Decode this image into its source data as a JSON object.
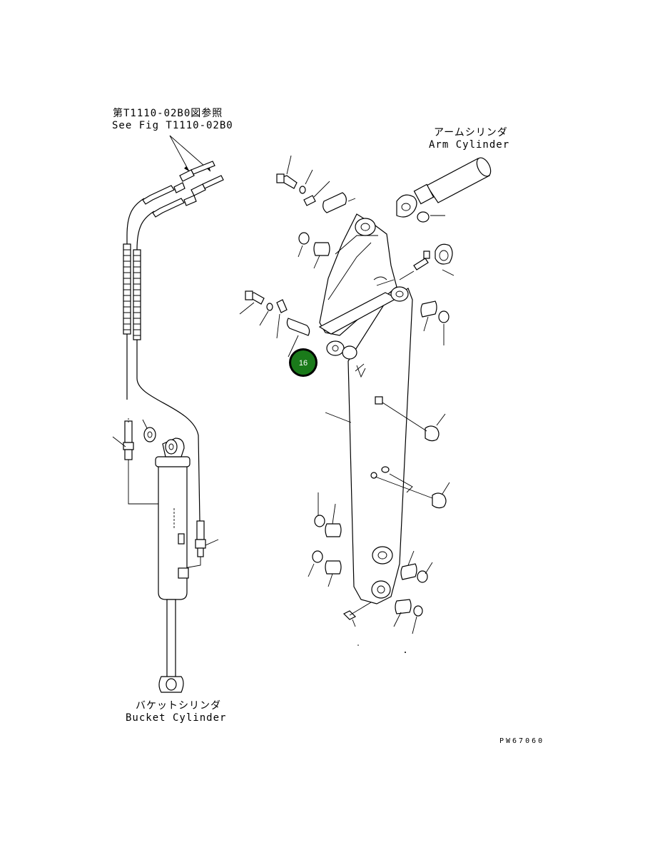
{
  "labels": {
    "ref_line1": "第T1110-02B0図参照",
    "ref_line2": "See Fig T1110-02B0",
    "arm_cyl_jp": "アームシリンダ",
    "arm_cyl_en": "Arm Cylinder",
    "bucket_cyl_jp": "バケットシリンダ",
    "bucket_cyl_en": "Bucket Cylinder",
    "drawing_code": "PW67060"
  },
  "callout": {
    "number": "16",
    "color": "#1a7a1a"
  }
}
